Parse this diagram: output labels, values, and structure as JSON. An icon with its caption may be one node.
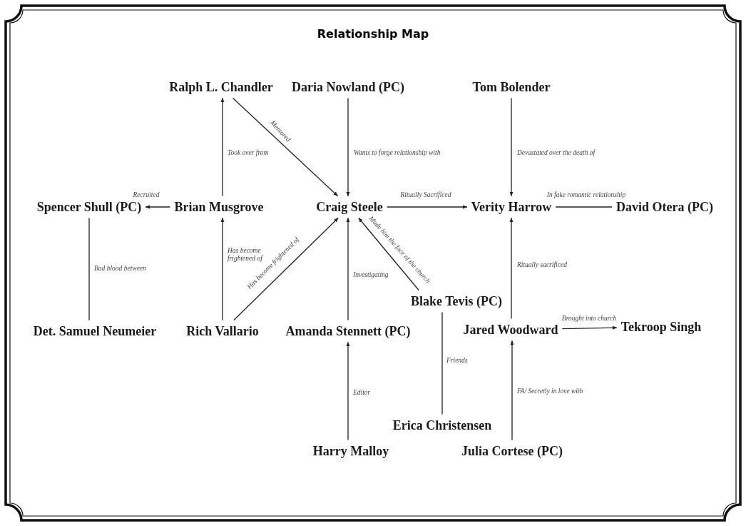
{
  "diagram": {
    "title": "Relationship Map",
    "nodes": [
      {
        "text": [
          "Ralph L. Chandler"
        ]
      },
      {
        "text": [
          "Daria Nowland (PC)"
        ]
      },
      {
        "text": [
          "Tom Bolender"
        ]
      },
      {
        "text": [
          "Spencer Shull (PC)"
        ]
      },
      {
        "text": [
          "Brian Musgrove"
        ]
      },
      {
        "text": [
          "Craig Steele"
        ]
      },
      {
        "text": [
          "Verity Harrow"
        ]
      },
      {
        "text": [
          "David Otera (PC)"
        ]
      },
      {
        "text": [
          "Blake Tevis (PC)"
        ]
      },
      {
        "text": [
          "Det. Samuel Neumeier"
        ]
      },
      {
        "text": [
          "Rich Vallario"
        ]
      },
      {
        "text": [
          "Amanda Stennett (PC)"
        ]
      },
      {
        "text": [
          "Jared Woodward"
        ]
      },
      {
        "text": [
          "Tekroop Singh"
        ]
      },
      {
        "text": [
          "Erica Christensen"
        ]
      },
      {
        "text": [
          "Harry Malloy"
        ]
      },
      {
        "text": [
          "Julia Cortese (PC)"
        ]
      }
    ],
    "edges": [
      {
        "from": 4,
        "to": 0,
        "arrow": "to",
        "label": "Took over from"
      },
      {
        "from": 0,
        "to": 5,
        "arrow": "to",
        "label": "Mentored"
      },
      {
        "from": 1,
        "to": 5,
        "arrow": "to",
        "label": "Wants to forge relationship with"
      },
      {
        "from": 2,
        "to": 6,
        "arrow": "to",
        "label": "Devastated over the death of"
      },
      {
        "from": 4,
        "to": 3,
        "arrow": "to",
        "label": "Recruited"
      },
      {
        "from": 5,
        "to": 6,
        "arrow": "to",
        "label": "Ritually Sacrificed"
      },
      {
        "from": 6,
        "to": 7,
        "arrow": "none",
        "label": "In fake romantic relationship"
      },
      {
        "from": 3,
        "to": 9,
        "arrow": "none",
        "label": "Bad blood between"
      },
      {
        "from": 10,
        "to": 4,
        "arrow": "to",
        "label": "Has become frightened of"
      },
      {
        "from": 10,
        "to": 5,
        "arrow": "to",
        "label": "Has become frightened of"
      },
      {
        "from": 11,
        "to": 5,
        "arrow": "to",
        "label": "Investigating"
      },
      {
        "from": 8,
        "to": 5,
        "arrow": "to",
        "label": "Made him the face of the church"
      },
      {
        "from": 12,
        "to": 6,
        "arrow": "to",
        "label": "Ritually sacrificed"
      },
      {
        "from": 12,
        "to": 13,
        "arrow": "to",
        "label": "Brought into church"
      },
      {
        "from": 8,
        "to": 14,
        "arrow": "none",
        "label": "Friends"
      },
      {
        "from": 15,
        "to": 11,
        "arrow": "to",
        "label": "Editor"
      },
      {
        "from": 16,
        "to": 12,
        "arrow": "to",
        "label": "FA/ Secretly in love with"
      }
    ]
  }
}
